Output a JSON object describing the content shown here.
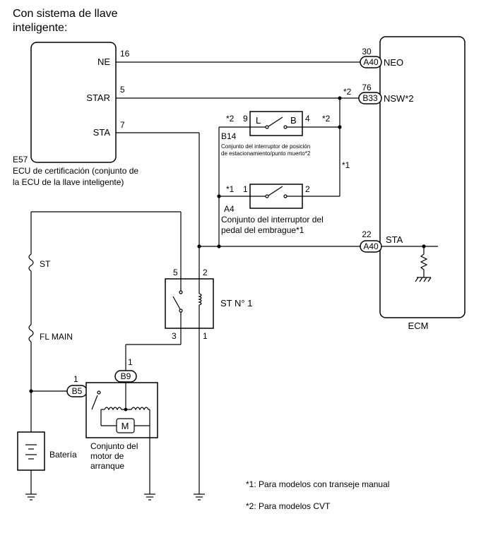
{
  "header": {
    "line1": "Con sistema de llave",
    "line2": "inteligente:"
  },
  "ecu_cert": {
    "code": "E57",
    "name_line1": "ECU de certificación (conjunto de",
    "name_line2": "la ECU de la llave inteligente)",
    "pins": [
      {
        "label": "NE",
        "num": "16"
      },
      {
        "label": "STAR",
        "num": "5"
      },
      {
        "label": "STA",
        "num": "7"
      }
    ]
  },
  "ecm": {
    "name": "ECM",
    "pins": [
      {
        "connector": "A40",
        "num": "30",
        "label": "NEO",
        "note": ""
      },
      {
        "connector": "B33",
        "num": "76",
        "label": "NSW*2",
        "note": "*2"
      },
      {
        "connector": "A40",
        "num": "22",
        "label": "STA",
        "note": ""
      }
    ]
  },
  "park_neutral_switch": {
    "code": "B14",
    "desc_line1": "Conjunto del interruptor de posición",
    "desc_line2": "de estacionamiento/punto muerto*2",
    "pin_left": "9",
    "pin_right": "4",
    "term_left": "L",
    "term_right": "B",
    "note_left": "*2",
    "note_right": "*2"
  },
  "clutch_switch": {
    "code": "A4",
    "desc_line1": "Conjunto del interruptor del",
    "desc_line2": "pedal del embrague*1",
    "pin_left": "1",
    "pin_right": "2",
    "note_left": "*1"
  },
  "wire_note": "*1",
  "relay": {
    "name": "ST N° 1",
    "pins": [
      "5",
      "2",
      "3",
      "1"
    ]
  },
  "fuses": [
    "ST",
    "FL MAIN"
  ],
  "battery": "Batería",
  "starter": {
    "name_line1": "Conjunto del",
    "name_line2": "motor de",
    "name_line3": "arranque",
    "conn_b5": "B5",
    "conn_b5_pin": "1",
    "conn_b9": "B9",
    "conn_b9_pin": "1",
    "motor_symbol": "M"
  },
  "notes": [
    "*1: Para modelos con transeje manual",
    "*2: Para modelos CVT"
  ]
}
